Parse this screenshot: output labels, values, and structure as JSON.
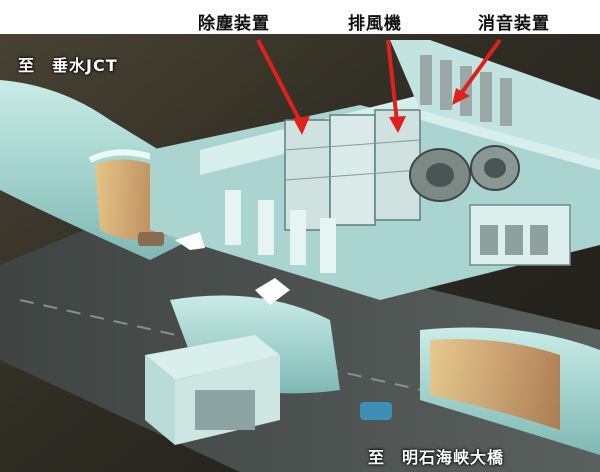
{
  "labels": {
    "dust_collector": "除塵装置",
    "exhaust_fan": "排風機",
    "silencer": "消音装置"
  },
  "destinations": {
    "north": "至　垂水JCT",
    "south": "至　明石海峡大橋"
  },
  "colors": {
    "pointer_arrow": "#e0201c",
    "tunnel_lining": "#9fd0cc",
    "road": "#4e5351",
    "sky_background": "#2b2a22"
  }
}
